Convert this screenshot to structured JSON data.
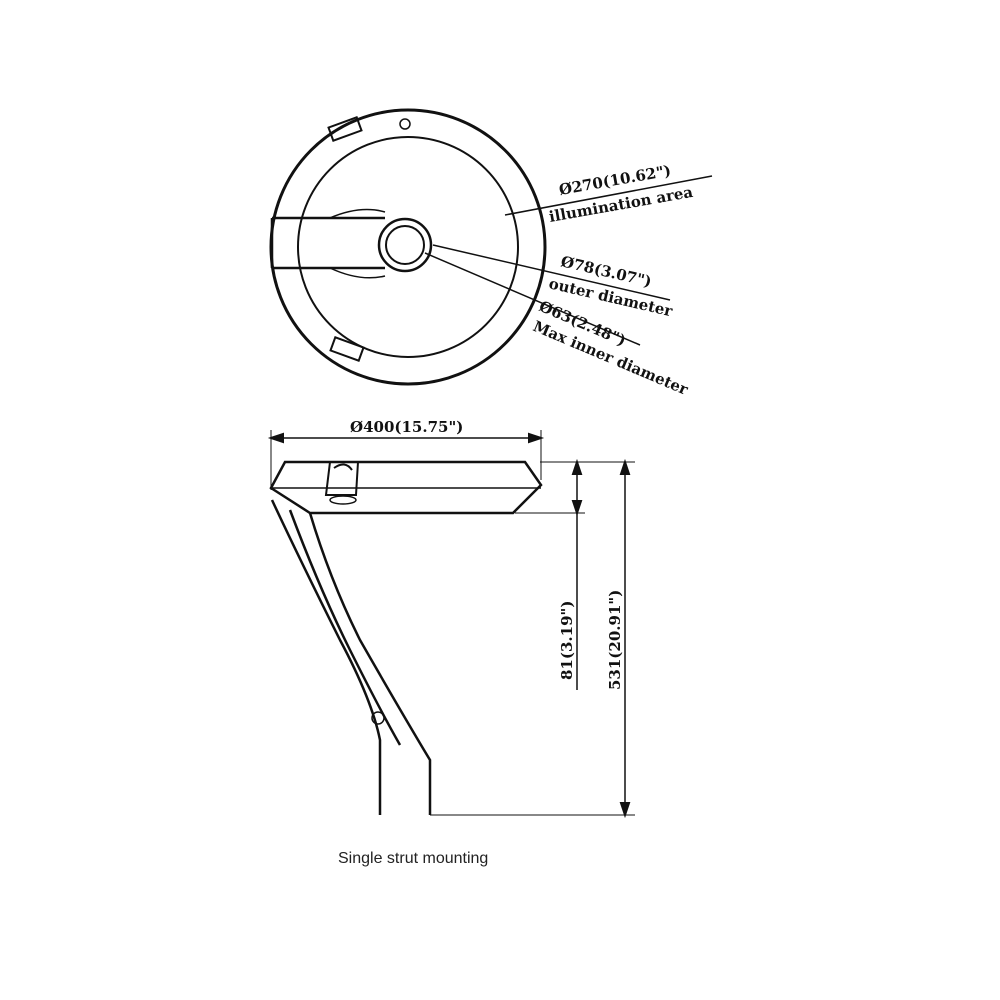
{
  "top_view": {
    "illumination": {
      "dimension": "Ø270(10.62\")",
      "label": "illumination area"
    },
    "outer": {
      "dimension": "Ø78(3.07\")",
      "label": "outer diameter"
    },
    "inner": {
      "dimension": "Ø63(2.48\")",
      "label": "Max inner diameter"
    }
  },
  "side_view": {
    "width_dimension": "Ø400(15.75\")",
    "head_height": "81(3.19\")",
    "total_height": "531(20.91\")"
  },
  "caption": "Single strut mounting"
}
